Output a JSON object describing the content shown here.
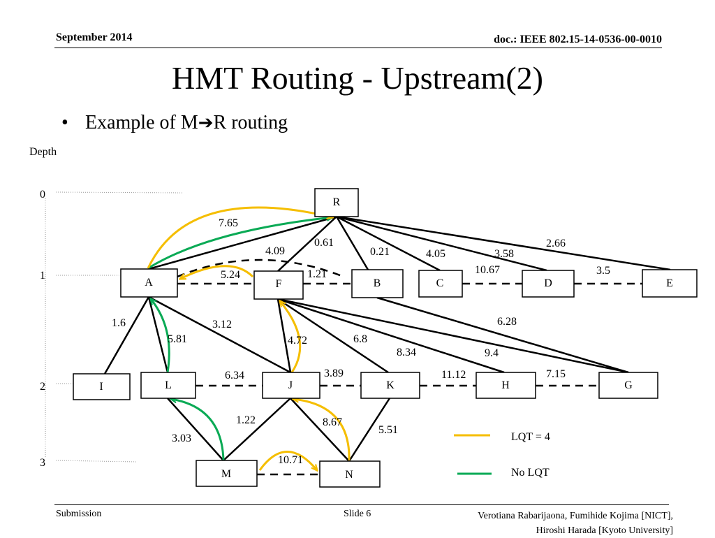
{
  "header": {
    "date": "September 2014",
    "doc": "doc.: IEEE 802.15-14-0536-00-0010"
  },
  "title": "HMT Routing - Upstream(2)",
  "bullet": {
    "prefix": "Example of M",
    "arrow": "➔",
    "suffix": "R routing"
  },
  "depth": {
    "label": "Depth",
    "levels": [
      "0",
      "1",
      "2",
      "3"
    ]
  },
  "nodes": {
    "R": "R",
    "A": "A",
    "F": "F",
    "B": "B",
    "C": "C",
    "D": "D",
    "E": "E",
    "I": "I",
    "L": "L",
    "J": "J",
    "K": "K",
    "H": "H",
    "G": "G",
    "M": "M",
    "N": "N"
  },
  "edge_labels": {
    "A_R": "7.65",
    "F_R": "4.09",
    "B_R": "0.61",
    "C_R": "0.21",
    "D_R": "4.05",
    "E_R_a": "3.58",
    "E_R_b": "2.66",
    "C_D": "10.67",
    "D_E": "3.5",
    "A_F": "5.24",
    "F_B": "1.21",
    "A_I": "1.6",
    "A_L": "5.81",
    "A_J": "3.12",
    "F_J": "4.72",
    "F_K": "6.8",
    "F_H": "8.34",
    "F_G": "9.4",
    "B_G": "6.28",
    "L_J": "6.34",
    "J_K": "3.89",
    "K_H": "11.12",
    "H_G": "7.15",
    "J_M": "1.22",
    "J_N": "8.67",
    "K_N": "5.51",
    "L_M": "3.03",
    "M_N": "10.71"
  },
  "legend": {
    "lqt": "LQT = 4",
    "nolqt": "No LQT"
  },
  "colors": {
    "lqt": "#F5BE00",
    "nolqt": "#0AAA55",
    "link": "#000000"
  },
  "footer": {
    "left": "Submission",
    "mid": "Slide 6",
    "right1": "Verotiana Rabarijaona, Fumihide Kojima [NICT],",
    "right2": "Hiroshi Harada [Kyoto University]"
  }
}
